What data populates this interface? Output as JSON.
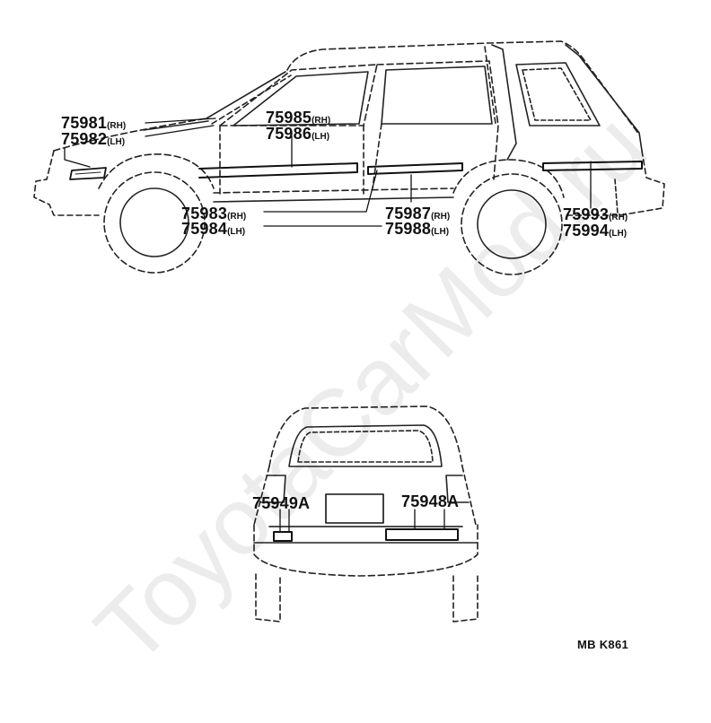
{
  "callouts": [
    {
      "number": "75981",
      "side": "(RH)"
    },
    {
      "number": "75982",
      "side": "(LH)"
    },
    {
      "number": "75985",
      "side": "(RH)"
    },
    {
      "number": "75986",
      "side": "(LH)"
    },
    {
      "number": "75983",
      "side": "(RH)"
    },
    {
      "number": "75984",
      "side": "(LH)"
    },
    {
      "number": "75987",
      "side": "(RH)"
    },
    {
      "number": "75988",
      "side": "(LH)"
    },
    {
      "number": "75993",
      "side": "(RH)"
    },
    {
      "number": "75994",
      "side": "(LH)"
    },
    {
      "number": "75949A",
      "side": ""
    },
    {
      "number": "75948A",
      "side": ""
    }
  ],
  "diagram_code": "MB K861",
  "watermark": "ToyotaCarMod.ru"
}
